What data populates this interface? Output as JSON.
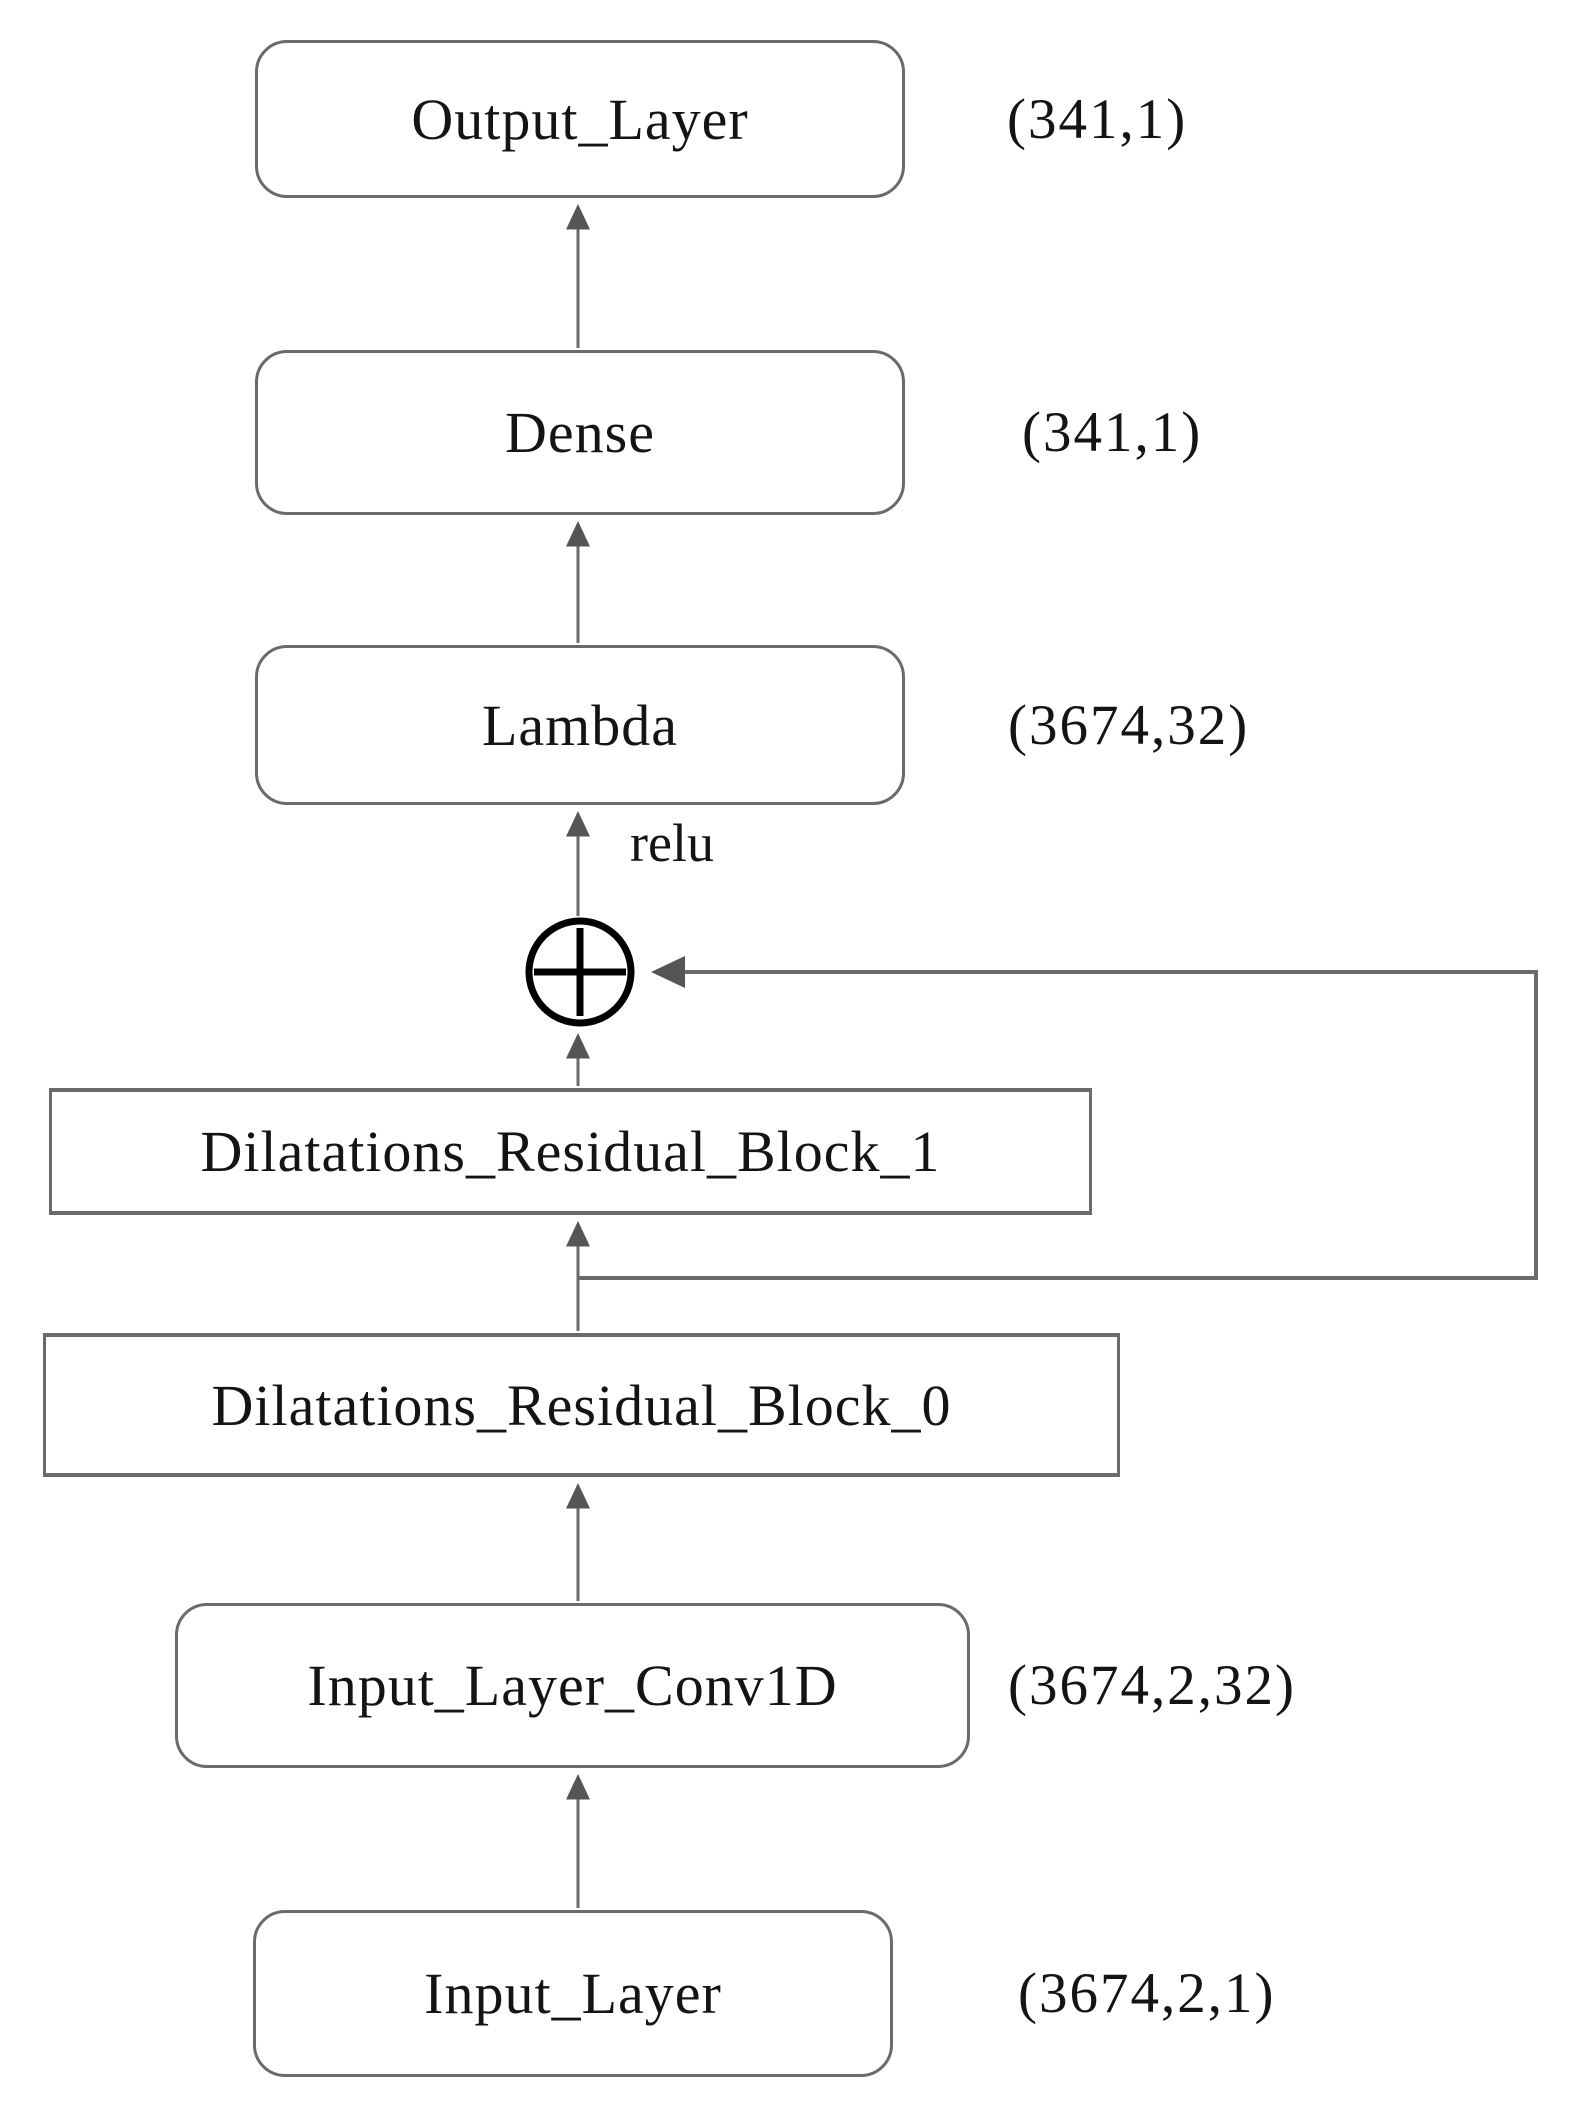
{
  "diagram": {
    "activation_label": "relu",
    "nodes": {
      "output_layer": {
        "label": "Output_Layer",
        "shape": "(341,1)"
      },
      "dense": {
        "label": "Dense",
        "shape": "(341,1)"
      },
      "lambda": {
        "label": "Lambda",
        "shape": "(3674,32)"
      },
      "block_1": {
        "label": "Dilatations_Residual_Block_1"
      },
      "block_0": {
        "label": "Dilatations_Residual_Block_0"
      },
      "conv1d": {
        "label": "Input_Layer_Conv1D",
        "shape": "(3674,2,32)"
      },
      "input_layer": {
        "label": "Input_Layer",
        "shape": "(3674,2,1)"
      }
    },
    "colors": {
      "background": "#ffffff",
      "box_border": "#6a6a6a",
      "edge_line": "#6b6b6b",
      "arrowhead": "#555555",
      "add_node": "#000000",
      "text": "#141414"
    }
  }
}
